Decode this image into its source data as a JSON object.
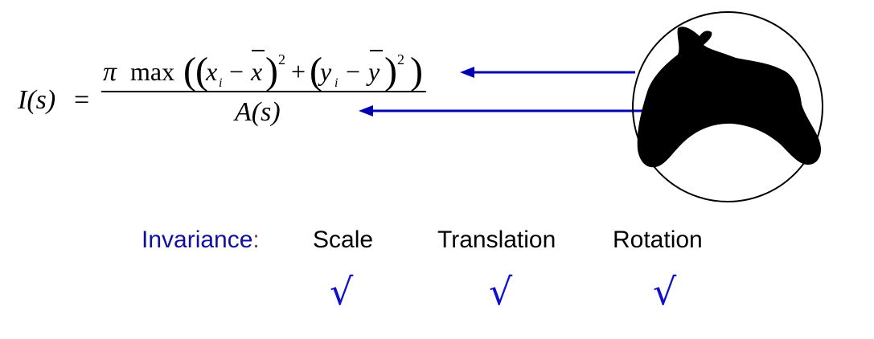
{
  "formula": {
    "lhs": "I(s)",
    "equals": "=",
    "pi": "π",
    "max": "max",
    "x_term": "x",
    "x_sub": "i",
    "x_bar": "x",
    "y_term": "y",
    "y_sub": "i",
    "y_bar": "y",
    "minus": "−",
    "plus": "+",
    "square": "2",
    "denominator": "A(s)"
  },
  "invariance": {
    "label": "Invariance",
    "colon": ":",
    "properties": [
      {
        "name": "Scale",
        "check": "√"
      },
      {
        "name": "Translation",
        "check": "√"
      },
      {
        "name": "Rotation",
        "check": "√"
      }
    ]
  },
  "colors": {
    "arrow": "#0000b0",
    "label": "#1010a0",
    "check": "#1010cc",
    "shape": "#000000"
  }
}
